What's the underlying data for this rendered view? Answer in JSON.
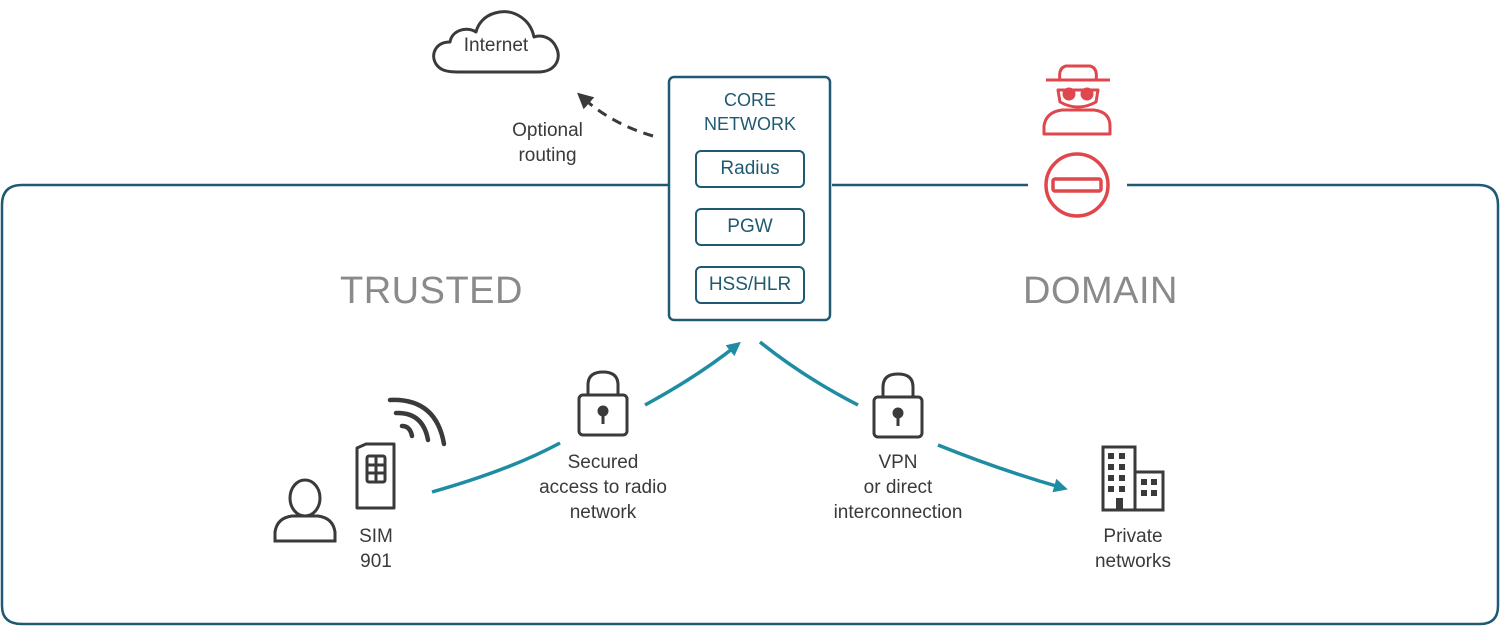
{
  "internet": {
    "label": "Internet"
  },
  "optional_routing": {
    "lines": [
      "Optional",
      "routing"
    ]
  },
  "core_network": {
    "title_lines": [
      "CORE",
      "NETWORK"
    ],
    "components": [
      "Radius",
      "PGW",
      "HSS/HLR"
    ]
  },
  "zones": {
    "left": "TRUSTED",
    "right": "DOMAIN"
  },
  "sim": {
    "lines": [
      "SIM",
      "901"
    ]
  },
  "secured_access": {
    "lines": [
      "Secured",
      "access to radio",
      "network"
    ]
  },
  "vpn": {
    "lines": [
      "VPN",
      "or direct",
      "interconnection"
    ]
  },
  "private_networks": {
    "lines": [
      "Private",
      "networks"
    ]
  },
  "colors": {
    "border": "#1f5a72",
    "arrow": "#1e8ca3",
    "threat": "#e0474c",
    "zone_text": "#8a8a8a",
    "icon": "#3a3a3a"
  },
  "icons": [
    "cloud-icon",
    "hacker-icon",
    "blocked-icon",
    "user-icon",
    "sim-card-icon",
    "signal-icon",
    "lock-icon",
    "building-icon"
  ]
}
